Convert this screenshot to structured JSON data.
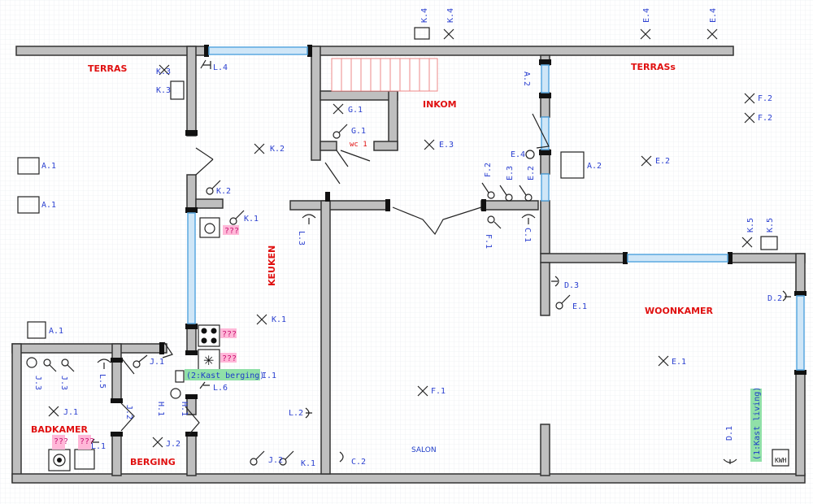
{
  "rooms": {
    "terras_left": "TERRAS",
    "terras_right": "TERRASs",
    "inkom": "INKOM",
    "wc": "wc 1",
    "keuken": "KEUKEN",
    "woonkamer": "WOONKAMER",
    "salon": "SALON",
    "badkamer": "BADKAMER",
    "berging": "BERGING"
  },
  "labels": {
    "k3a": "K.3",
    "k3b": "K.3",
    "l4": "L.4",
    "k4a": "K.4",
    "k4b": "K.4",
    "e4a": "E.4",
    "e4b": "E.4",
    "g1a": "G.1",
    "g1b": "G.1",
    "e3": "E.3",
    "a2a": "A.2",
    "f2a": "F.2",
    "f2b": "F.2",
    "k2a": "K.2",
    "k2b": "K.2",
    "k1a": "K.1",
    "a1a": "A.1",
    "a1b": "A.1",
    "l3": "L.3",
    "f2c": "F.2",
    "e3b": "E.3",
    "e2a": "E.2",
    "e4c": "E.4",
    "a2b": "A.2",
    "e2b": "E.2",
    "f1a": "F.1",
    "c1a": "C.1",
    "k5a": "K.5",
    "k5b": "K.5",
    "d3": "D.3",
    "e1a": "E.1",
    "d2": "D.2",
    "a1c": "A.1",
    "k1b": "K.1",
    "e1b": "E.1",
    "j1a": "J.1",
    "j3a": "J.3",
    "j3b": "J.3",
    "l5": "L.5",
    "i1": "I.1",
    "l6": "L.6",
    "h1a": "H.1",
    "h1b": "H.1",
    "f1b": "F.1",
    "j1b": "J.1",
    "j2a": "J.2",
    "l2": "L.2",
    "j2b": "J.2",
    "l1": "L.1",
    "j2c": "J.2",
    "k1c": "K.1",
    "c2": "C.2",
    "d1": "D.1",
    "q1": "???",
    "q2": "???",
    "q3": "???",
    "q4": "???",
    "q5": "???",
    "kast_berging": "(2:Kast berging)",
    "kast_living": "(1:Kast living)",
    "kwh": "KWH"
  }
}
